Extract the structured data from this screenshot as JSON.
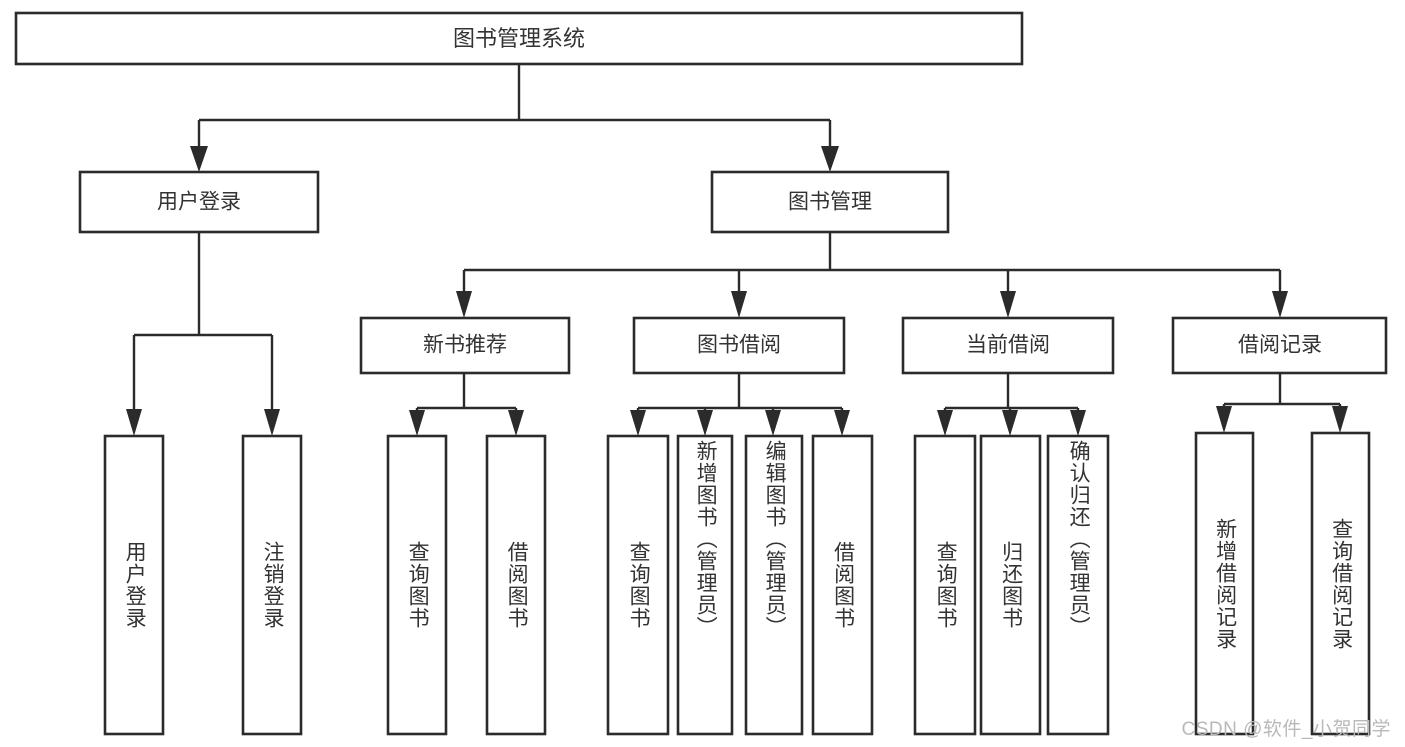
{
  "diagram": {
    "type": "tree-hierarchy",
    "title": "图书管理系统",
    "watermark": "CSDN @软件_小贺同学",
    "colors": {
      "background": "#ffffff",
      "box_stroke": "#2b2b2b",
      "box_fill": "#ffffff",
      "text": "#333333",
      "connector": "#2b2b2b",
      "watermark": "#b9b9b9"
    },
    "levels": {
      "level1": [
        {
          "id": "root",
          "label": "图书管理系统"
        }
      ],
      "level2": [
        {
          "id": "user-login",
          "label": "用户登录"
        },
        {
          "id": "book-manage",
          "label": "图书管理"
        }
      ],
      "level3": [
        {
          "id": "new-book-rec",
          "label": "新书推荐",
          "parent": "book-manage"
        },
        {
          "id": "book-borrow",
          "label": "图书借阅",
          "parent": "book-manage"
        },
        {
          "id": "current-borrow",
          "label": "当前借阅",
          "parent": "book-manage"
        },
        {
          "id": "borrow-record",
          "label": "借阅记录",
          "parent": "book-manage"
        }
      ],
      "level4": [
        {
          "id": "leaf-user-login",
          "label": "用户登录",
          "parent": "user-login"
        },
        {
          "id": "leaf-logout",
          "label": "注销登录",
          "parent": "user-login"
        },
        {
          "id": "leaf-query-book-1",
          "label": "查询图书",
          "parent": "new-book-rec"
        },
        {
          "id": "leaf-borrow-book-1",
          "label": "借阅图书",
          "parent": "new-book-rec"
        },
        {
          "id": "leaf-query-book-2",
          "label": "查询图书",
          "parent": "book-borrow"
        },
        {
          "id": "leaf-add-book",
          "label": "新增图书（管理员）",
          "parent": "book-borrow"
        },
        {
          "id": "leaf-edit-book",
          "label": "编辑图书（管理员）",
          "parent": "book-borrow"
        },
        {
          "id": "leaf-borrow-book-2",
          "label": "借阅图书",
          "parent": "book-borrow"
        },
        {
          "id": "leaf-query-book-3",
          "label": "查询图书",
          "parent": "current-borrow"
        },
        {
          "id": "leaf-return-book",
          "label": "归还图书",
          "parent": "current-borrow"
        },
        {
          "id": "leaf-confirm-return",
          "label": "确认归还（管理员）",
          "parent": "current-borrow"
        },
        {
          "id": "leaf-add-record",
          "label": "新增借阅记录",
          "parent": "borrow-record"
        },
        {
          "id": "leaf-query-record",
          "label": "查询借阅记录",
          "parent": "borrow-record"
        }
      ]
    }
  }
}
